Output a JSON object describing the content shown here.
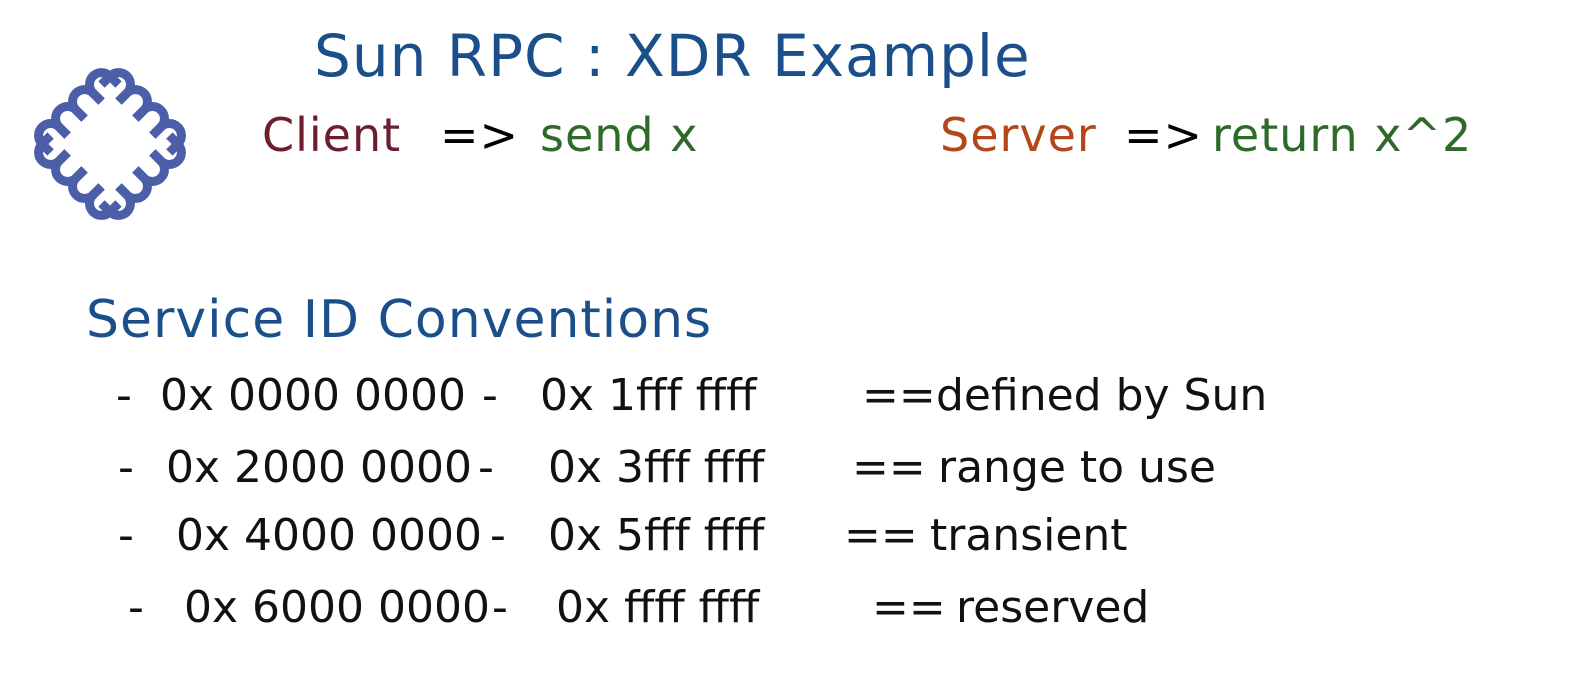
{
  "title": "Sun RPC : XDR Example",
  "logo": {
    "icon": "sun-microsystems-logo-icon",
    "color": "#4c5ea8"
  },
  "flow": {
    "client_label": "Client",
    "client_arrow": "=>",
    "client_action": "send x",
    "server_label": "Server",
    "server_arrow": "=>",
    "server_action": "return x^2"
  },
  "service_ids": {
    "title": "Service ID Conventions",
    "ranges": [
      {
        "dash": "-",
        "start": "0x 0000 0000",
        "sep": "-",
        "end": "0x 1fff ffff",
        "eq": "==",
        "desc": "defined by Sun"
      },
      {
        "dash": "-",
        "start": "0x 2000 0000",
        "sep": "-",
        "end": "0x 3fff ffff",
        "eq": "==",
        "desc": "range to use"
      },
      {
        "dash": "-",
        "start": "0x 4000 0000",
        "sep": "-",
        "end": "0x 5fff ffff",
        "eq": "==",
        "desc": "transient"
      },
      {
        "dash": "-",
        "start": "0x 6000 0000",
        "sep": "-",
        "end": "0x ffff ffff",
        "eq": "==",
        "desc": "reserved"
      }
    ]
  },
  "colors": {
    "title_blue": "#1a4f8a",
    "client_maroon": "#6b1f2e",
    "server_orange": "#b5461a",
    "action_green": "#2e6b2a",
    "ink_black": "#111111"
  }
}
